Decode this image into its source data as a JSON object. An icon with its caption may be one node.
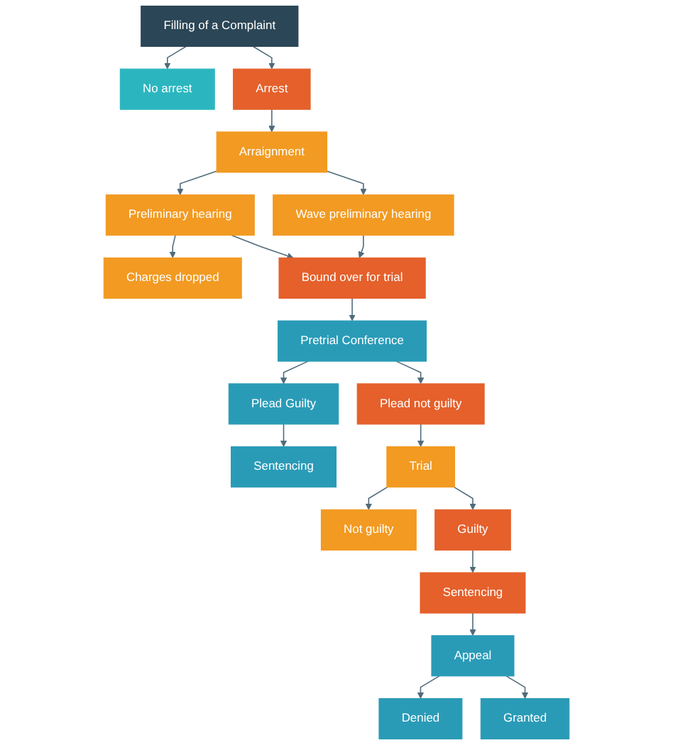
{
  "diagram": {
    "nodes": [
      {
        "text": [
          "Filling of a Complaint"
        ]
      },
      {
        "text": [
          "No arrest"
        ]
      },
      {
        "text": [
          "Arrest"
        ]
      },
      {
        "text": [
          "Arraignment"
        ]
      },
      {
        "text": [
          "Wave preliminary hearing"
        ]
      },
      {
        "text": [
          "Preliminary hearing"
        ]
      },
      {
        "text": [
          "Charges dropped"
        ]
      },
      {
        "text": [
          "Bound over for trial"
        ]
      },
      {
        "text": [
          "Pretrial Conference"
        ]
      },
      {
        "text": [
          "Plead Guilty"
        ]
      },
      {
        "text": [
          "Sentencing"
        ]
      },
      {
        "text": [
          "Plead not guilty"
        ]
      },
      {
        "text": [
          "Trial"
        ]
      },
      {
        "text": [
          "Not guilty"
        ]
      },
      {
        "text": [
          "Guilty"
        ]
      },
      {
        "text": [
          "Sentencing"
        ]
      },
      {
        "text": [
          "Denied"
        ]
      },
      {
        "text": [
          "Appeal"
        ]
      },
      {
        "text": [
          "Granted"
        ]
      }
    ],
    "edges": [
      {
        "from": 0,
        "to": 1,
        "arrow": "to"
      },
      {
        "from": 0,
        "to": 2,
        "arrow": "to"
      },
      {
        "from": 2,
        "to": 3,
        "arrow": "to"
      },
      {
        "from": 3,
        "to": 4,
        "arrow": "to"
      },
      {
        "from": 3,
        "to": 5,
        "arrow": "to"
      },
      {
        "from": 5,
        "to": 6,
        "arrow": "to"
      },
      {
        "from": 4,
        "to": 7,
        "arrow": "to"
      },
      {
        "from": 5,
        "to": 7,
        "arrow": "to"
      },
      {
        "from": 7,
        "to": 8,
        "arrow": "to"
      },
      {
        "from": 8,
        "to": 9,
        "arrow": "to"
      },
      {
        "from": 9,
        "to": 10,
        "arrow": "to"
      },
      {
        "from": 8,
        "to": 11,
        "arrow": "to"
      },
      {
        "from": 11,
        "to": 12,
        "arrow": "to"
      },
      {
        "from": 12,
        "to": 13,
        "arrow": "to"
      },
      {
        "from": 12,
        "to": 14,
        "arrow": "to"
      },
      {
        "from": 14,
        "to": 15,
        "arrow": "to"
      },
      {
        "from": 15,
        "to": 17,
        "arrow": "to"
      },
      {
        "from": 17,
        "to": 16,
        "arrow": "to"
      },
      {
        "from": 17,
        "to": 18,
        "arrow": "to"
      }
    ]
  }
}
